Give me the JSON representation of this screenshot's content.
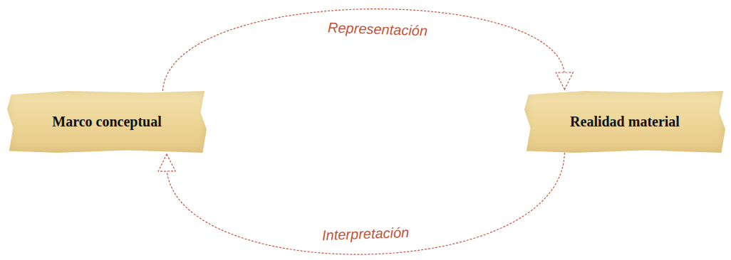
{
  "diagram": {
    "nodes": [
      {
        "text": [
          "Marco conceptual"
        ]
      },
      {
        "text": [
          "Realidad material"
        ]
      }
    ],
    "edges": [
      {
        "from": 0,
        "to": 1,
        "arrow": "to",
        "label": "Representación"
      },
      {
        "from": 1,
        "to": 0,
        "arrow": "to",
        "label": "Interpretación"
      }
    ]
  }
}
